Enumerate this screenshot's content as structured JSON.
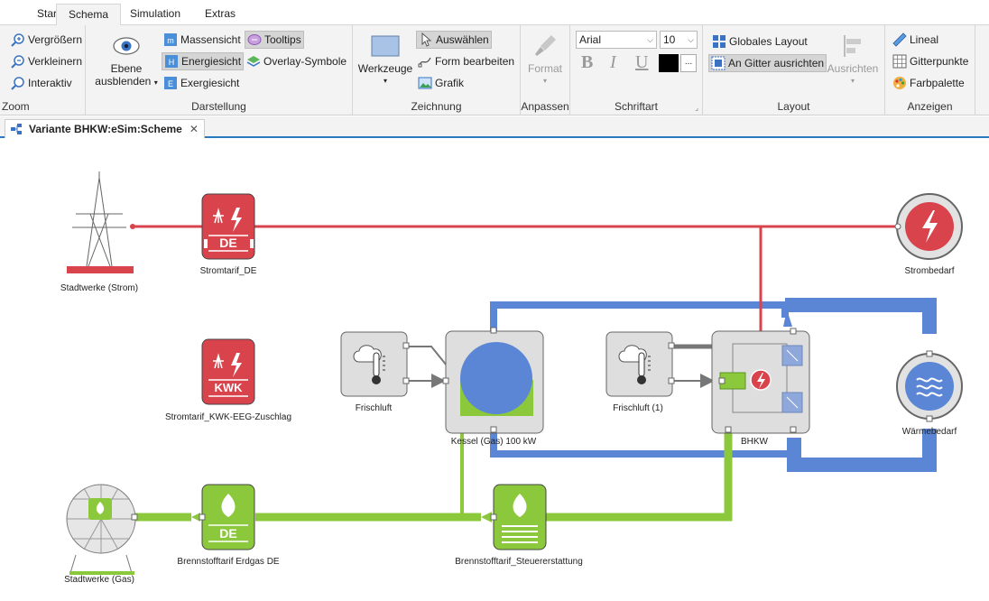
{
  "tabs": [
    "Start",
    "Schema",
    "Simulation",
    "Extras"
  ],
  "active_tab": "Schema",
  "ribbon": {
    "zoom": {
      "label": "Zoom",
      "zoom_in": "Vergrößern",
      "zoom_out": "Verkleinern",
      "interactive": "Interaktiv"
    },
    "darstellung": {
      "label": "Darstellung",
      "hide_layer_1": "Ebene",
      "hide_layer_2": "ausblenden",
      "mass_view": "Massensicht",
      "energy_view": "Energiesicht",
      "exergy_view": "Exergiesicht",
      "tooltips": "Tooltips",
      "overlay": "Overlay-Symbole"
    },
    "zeichnung": {
      "label": "Zeichnung",
      "tools": "Werkzeuge",
      "select": "Auswählen",
      "edit_shape": "Form bearbeiten",
      "graphic": "Grafik"
    },
    "anpassen": {
      "label": "Anpassen",
      "format": "Format"
    },
    "schriftart": {
      "label": "Schriftart",
      "font": "Arial",
      "size": "10",
      "bold": "B",
      "italic": "I",
      "underline": "U",
      "more": "..."
    },
    "layout": {
      "label": "Layout",
      "global_layout": "Globales Layout",
      "align_grid": "An Gitter ausrichten",
      "align": "Ausrichten"
    },
    "anzeigen": {
      "label": "Anzeigen",
      "ruler": "Lineal",
      "grid_points": "Gitterpunkte",
      "palette": "Farbpalette"
    }
  },
  "document_tab": {
    "title": "Variante BHKW:eSim:Scheme"
  },
  "diagram": {
    "components": {
      "sw_strom": "Stadtwerke (Strom)",
      "stromtarif": "Stromtarif_DE",
      "strombedarf": "Strombedarf",
      "kwk": "Stromtarif_KWK-EEG-Zuschlag",
      "frischluft": "Frischluft",
      "kessel": "Kessel (Gas) 100 kW",
      "frischluft1": "Frischluft (1)",
      "bhkw": "BHKW",
      "waermebedarf": "Wärmebedarf",
      "sw_gas": "Stadtwerke (Gas)",
      "brennstoff_de": "Brennstofftarif Erdgas DE",
      "brennstoff_st": "Brennstofftarif_Steuererstattung"
    },
    "badge_de": "DE",
    "badge_kwk": "KWK",
    "colors": {
      "electric": "#d9434c",
      "gas": "#8cc83c",
      "heat": "#5b86d6",
      "equipment": "#dedede"
    }
  }
}
